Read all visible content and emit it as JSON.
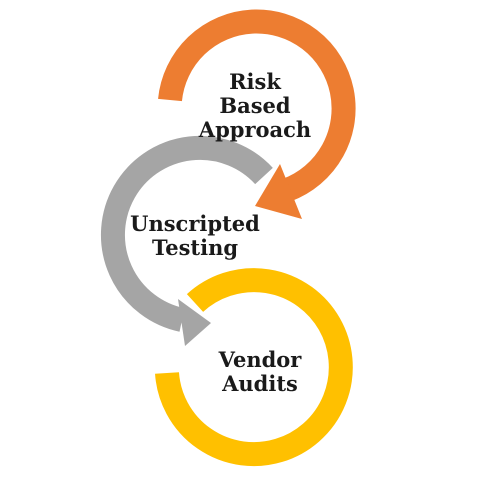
{
  "diagram": {
    "steps": [
      {
        "id": "risk",
        "lines": [
          "Risk",
          "Based",
          "Approach"
        ],
        "color": "#ED7D31"
      },
      {
        "id": "unscripted",
        "lines": [
          "Unscripted",
          "Testing"
        ],
        "color": "#A5A5A5"
      },
      {
        "id": "vendor",
        "lines": [
          "Vendor",
          "Audits"
        ],
        "color": "#FFC000"
      }
    ]
  }
}
